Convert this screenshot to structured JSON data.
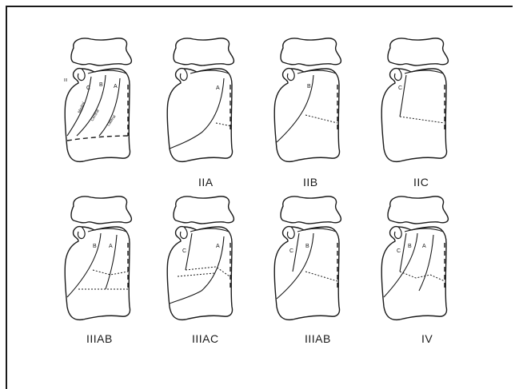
{
  "panels": [
    {
      "id": "reference",
      "caption": "",
      "letters": [
        "C",
        "B",
        "A"
      ],
      "extra_labels": [
        "III",
        "Medial",
        "Central",
        "Lateral"
      ]
    },
    {
      "id": "IIA",
      "caption": "IIA",
      "letters": [
        "A"
      ]
    },
    {
      "id": "IIB",
      "caption": "IIB",
      "letters": [
        "B"
      ]
    },
    {
      "id": "IIC",
      "caption": "IIC",
      "letters": [
        "C"
      ]
    },
    {
      "id": "IIIAB_1",
      "caption": "IIIAB",
      "letters": [
        "B",
        "A"
      ]
    },
    {
      "id": "IIIAC",
      "caption": "IIIAC",
      "letters": [
        "C",
        "A"
      ]
    },
    {
      "id": "IIIAB_2",
      "caption": "IIIAB",
      "letters": [
        "C",
        "B"
      ]
    },
    {
      "id": "IV",
      "caption": "IV",
      "letters": [
        "C",
        "B",
        "A"
      ]
    }
  ],
  "colors": {
    "line": "#1a1a1a",
    "background": "#ffffff"
  }
}
